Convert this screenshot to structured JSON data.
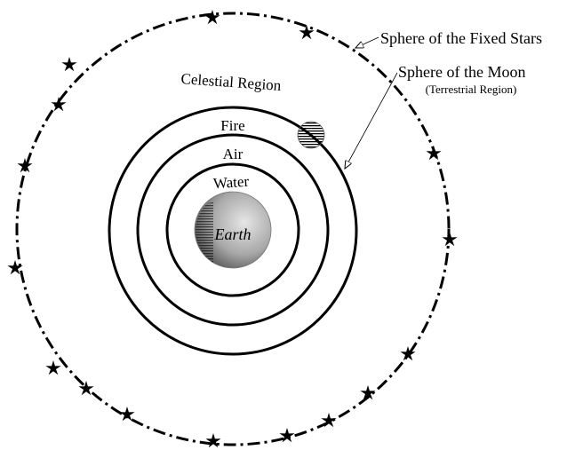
{
  "title": "Geocentric Cosmos",
  "labels": {
    "fixed_stars": "Sphere of the Fixed Stars",
    "moon_sphere": "Sphere of the Moon",
    "terrestrial": "(Terrestrial Region)",
    "celestial": "Celestial Region",
    "fire": "Fire",
    "air": "Air",
    "water": "Water",
    "earth": "Earth"
  },
  "colors": {
    "ink": "#000000",
    "background": "#ffffff"
  },
  "star_count": 16
}
